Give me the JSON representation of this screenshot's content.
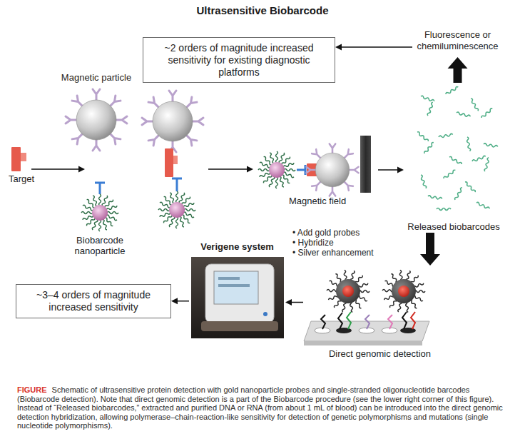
{
  "diagram": {
    "title": "Ultrasensitive Biobarcode",
    "caption": "Schematic of ultrasensitive protein detection with gold nanoparticle probes and single-stranded oligonucleotide barcodes (Biobarcode detection). Note that direct genomic detection is a part of the Biobarcode procedure (see the lower right corner of this figure). Instead of “Released biobarcodes,” extracted and purified DNA or RNA (from about 1 mL of blood) can be introduced into the direct genomic detection hybridization, allowing polymerase–chain-reaction-like sensitivity for detection of genetic polymorphisms and mutations (single nucleotide polymorphisms).",
    "nodes": [
      {
        "text": [
          "~2 orders of magnitude increased sensitivity for existing diagnostic platforms"
        ]
      },
      {
        "text": [
          "Fluorescence or chemiluminescence"
        ]
      },
      {
        "text": [
          "Magnetic field"
        ]
      },
      {
        "text": [
          "Released biobarcodes"
        ]
      },
      {
        "text": [
          "Verigene system"
        ]
      },
      {
        "text": [
          "Direct genomic detection"
        ]
      },
      {
        "text": [
          "~3–4 orders of magnitude increased sensitivity"
        ]
      }
    ],
    "edges": [
      {
        "from": 3,
        "to": 1,
        "arrow": "to"
      },
      {
        "from": 1,
        "to": 0,
        "arrow": "to"
      },
      {
        "from": 2,
        "to": 3,
        "arrow": "to"
      },
      {
        "from": 3,
        "to": 5,
        "arrow": "to"
      },
      {
        "from": 5,
        "to": 4,
        "arrow": "to"
      },
      {
        "from": 4,
        "to": 6,
        "arrow": "to"
      }
    ],
    "labels": [
      "Magnetic particle",
      "Target",
      "Biobarcode nanoparticle",
      "• Add gold probes",
      "• Hybridize",
      "• Silver enhancement",
      "FIGURE"
    ]
  }
}
